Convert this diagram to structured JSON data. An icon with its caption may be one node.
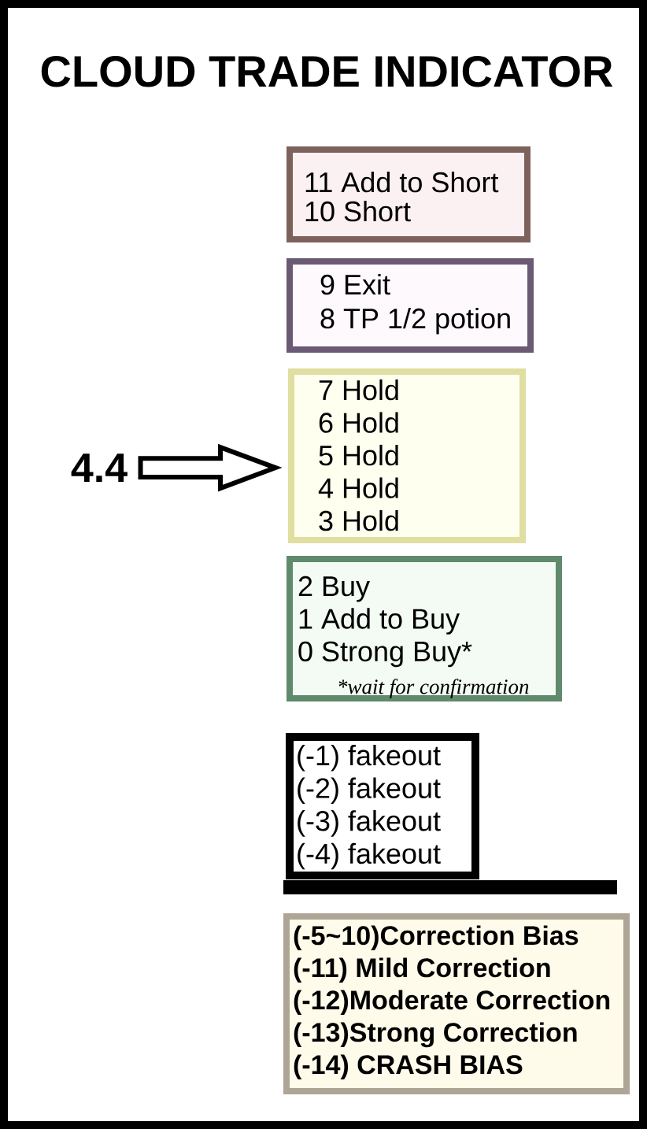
{
  "diagram": {
    "title": "CLOUD TRADE INDICATOR",
    "nodes": [
      {
        "text": [
          "11 Add to Short",
          "10 Short"
        ]
      },
      {
        "text": [
          "9 Exit",
          "8 TP 1/2 potion"
        ]
      },
      {
        "text": [
          "7 Hold",
          "6 Hold",
          "5 Hold",
          "4 Hold",
          "3 Hold"
        ]
      },
      {
        "text": [
          "4.4"
        ]
      },
      {
        "text": [
          "2 Buy",
          "1 Add to Buy",
          "0 Strong Buy*",
          "*wait for confirmation"
        ]
      },
      {
        "text": [
          "(-1) fakeout",
          "(-2) fakeout",
          "(-3) fakeout",
          "(-4) fakeout"
        ]
      },
      {
        "text": [
          "(-5~10)Correction Bias",
          "(-11) Mild Correction",
          "(-12)Moderate Correction",
          "(-13)Strong Correction",
          "(-14) CRASH BIAS"
        ]
      }
    ],
    "edges": [
      {
        "from": 3,
        "to": 2,
        "arrow": "to"
      }
    ]
  }
}
